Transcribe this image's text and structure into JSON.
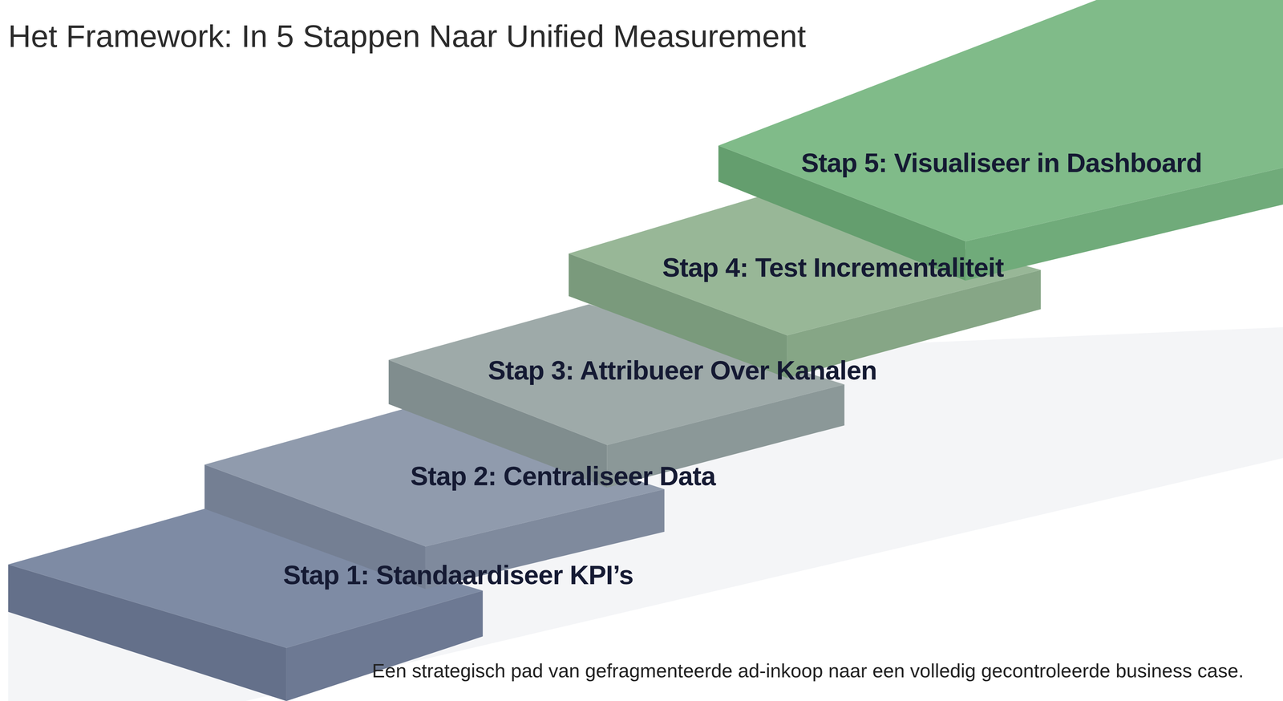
{
  "diagram": {
    "title": "Het Framework: In 5 Stappen Naar Unified Measurement",
    "caption": "Een strategisch pad van gefragmenteerde ad-inkoop naar een volledig gecontroleerde business case.",
    "nodes": [
      {
        "text": [
          "Stap 1: Standaardiseer KPI’s"
        ]
      },
      {
        "text": [
          "Stap 2: Centraliseer Data"
        ]
      },
      {
        "text": [
          "Stap 3: Attribueer Over Kanalen"
        ]
      },
      {
        "text": [
          "Stap 4: Test Incrementaliteit"
        ]
      },
      {
        "text": [
          "Stap 5: Visualiseer in Dashboard"
        ]
      }
    ]
  }
}
